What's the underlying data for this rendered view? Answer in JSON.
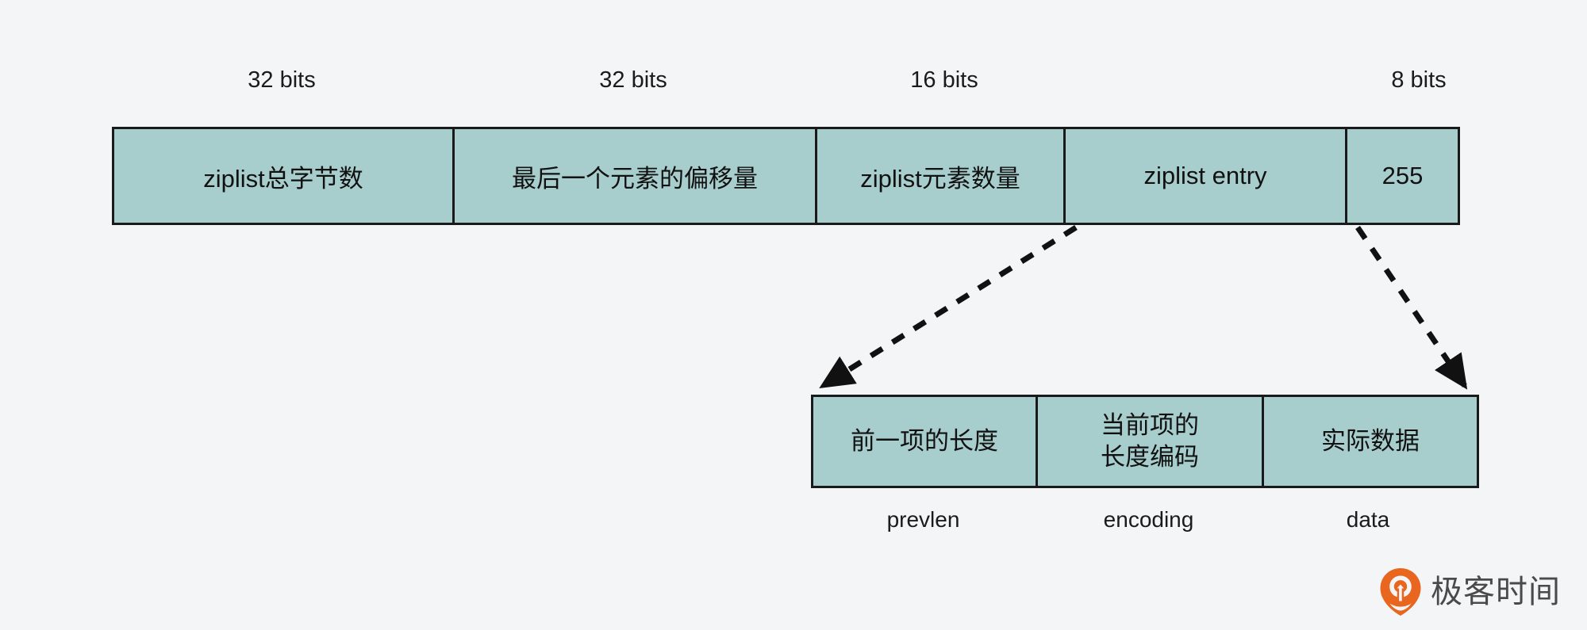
{
  "colors": {
    "background": "#f4f5f7",
    "cell_fill": "#a8cdcd",
    "stroke": "#1a1a1a",
    "text": "#111111",
    "logo_orange": "#e8661e",
    "logo_text": "#4a4a4a"
  },
  "header_bits": [
    {
      "label": "32 bits"
    },
    {
      "label": "32 bits"
    },
    {
      "label": "16 bits"
    },
    {
      "label": "8 bits"
    }
  ],
  "ziplist_bar": {
    "cells": [
      {
        "label": "ziplist总字节数"
      },
      {
        "label": "最后一个元素的偏移量"
      },
      {
        "label": "ziplist元素数量"
      },
      {
        "label": "ziplist entry"
      },
      {
        "label": "255"
      }
    ]
  },
  "entry_bar": {
    "cells": [
      {
        "line1": "前一项的长度",
        "line2": "",
        "caption": "prevlen"
      },
      {
        "line1": "当前项的",
        "line2": "长度编码",
        "caption": "encoding"
      },
      {
        "line1": "实际数据",
        "line2": "",
        "caption": "data"
      }
    ]
  },
  "watermark": {
    "text": "极客时间"
  }
}
